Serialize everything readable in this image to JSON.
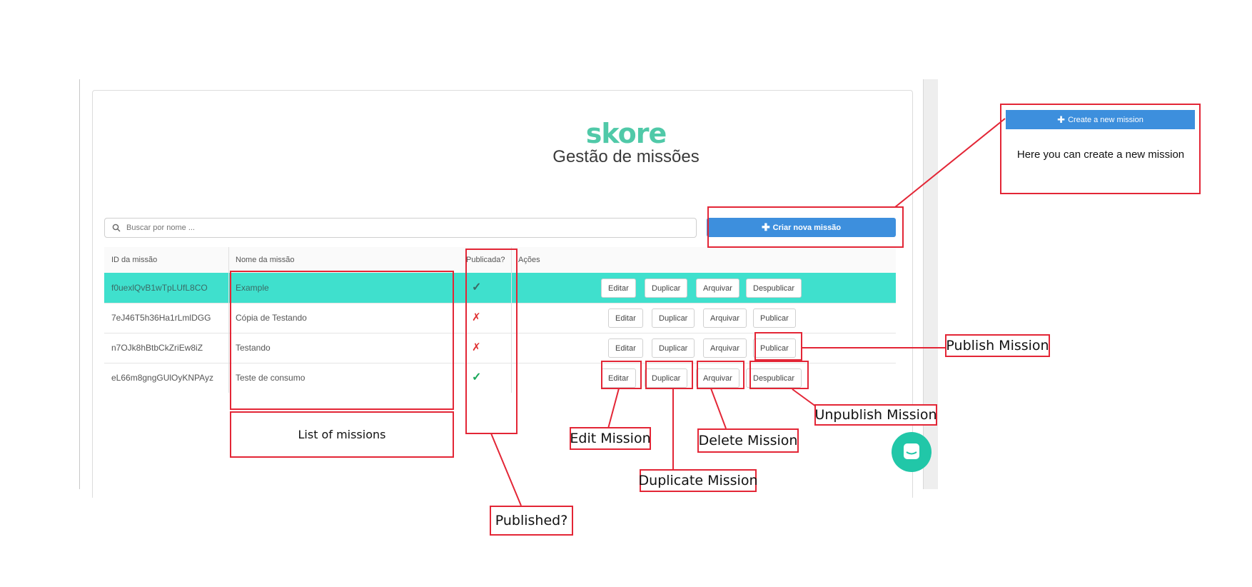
{
  "app": {
    "logo": "skore",
    "title": "Gestão de missões"
  },
  "search": {
    "placeholder": "Buscar por nome ..."
  },
  "create_button": {
    "label": "Criar nova missão"
  },
  "table": {
    "headers": {
      "id": "ID da missão",
      "name": "Nome da missão",
      "published": "Publicada?",
      "actions": "Ações"
    },
    "rows": [
      {
        "id": "f0uexlQvB1wTpLUfL8CO",
        "name": "Example",
        "published": "✓",
        "edit": "Editar",
        "duplicate": "Duplicar",
        "archive": "Arquivar",
        "toggle": "Despublicar"
      },
      {
        "id": "7eJ46T5h36Ha1rLmlDGG",
        "name": "Cópia de Testando",
        "published": "✗",
        "edit": "Editar",
        "duplicate": "Duplicar",
        "archive": "Arquivar",
        "toggle": "Publicar"
      },
      {
        "id": "n7OJk8hBtbCkZriEw8iZ",
        "name": "Testando",
        "published": "✗",
        "edit": "Editar",
        "duplicate": "Duplicar",
        "archive": "Arquivar",
        "toggle": "Publicar"
      },
      {
        "id": "eL66m8gngGUlOyKNPAyz",
        "name": "Teste de consumo",
        "published": "✓",
        "edit": "Editar",
        "duplicate": "Duplicar",
        "archive": "Arquivar",
        "toggle": "Despublicar"
      }
    ]
  },
  "annotations": {
    "create_note_button": "Create a new mission",
    "create_note_text": "Here you can create a new mission",
    "publish": "Publish Mission",
    "unpublish": "Unpublish Mission",
    "edit": "Edit Mission",
    "delete": "Delete Mission",
    "duplicate": "Duplicate Mission",
    "list": "List of missions",
    "published": "Published?"
  },
  "colors": {
    "accent": "#3d8fdd",
    "highlight_row": "#3fe0cd",
    "logo": "#50c9a8",
    "annotation": "#e32636",
    "check": "#1aa85a",
    "cross": "#e03030"
  },
  "icons": {
    "search": "search-icon",
    "plus": "plus-icon",
    "chat": "chat-icon"
  }
}
